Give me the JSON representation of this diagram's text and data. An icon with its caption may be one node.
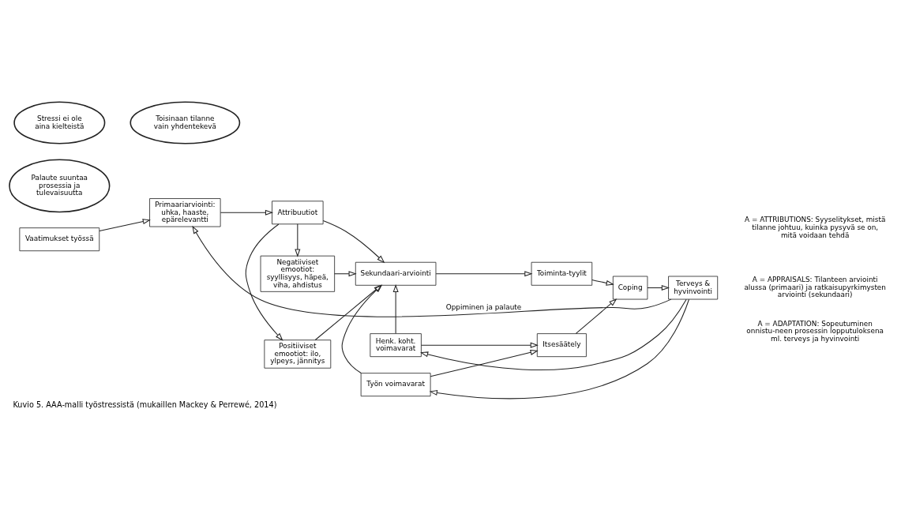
{
  "diagram": {
    "caption": "Kuvio 5. AAA-malli työstressistä (mukaillen Mackey & Perrewé, 2014)",
    "nodes": [
      {
        "text": [
          "Palaute suuntaa prosessia ja tulevaisuutta"
        ]
      },
      {
        "text": [
          "Vaatimukset työssä"
        ]
      },
      {
        "text": [
          "Primaariarviointi: uhka, haaste, epärelevantti"
        ]
      },
      {
        "text": [
          "Positiiviset emootiot: ilo, ylpeys, jännitys"
        ]
      },
      {
        "text": [
          "Attribuutiot"
        ]
      },
      {
        "text": [
          "Negatiiviset emootiot: syyllisyys, häpeä, viha, ahdistus"
        ]
      },
      {
        "text": [
          "Sekundaari-arviointi"
        ]
      },
      {
        "text": [
          "Henk. koht. voimavarat"
        ]
      },
      {
        "text": [
          "Työn voimavarat"
        ]
      },
      {
        "text": [
          "Itsesäätely"
        ]
      },
      {
        "text": [
          "Toiminta-tyylit"
        ]
      },
      {
        "text": [
          "Coping"
        ]
      },
      {
        "text": [
          "Terveys & hyvinvointi"
        ]
      },
      {
        "text": [
          "Stressi ei ole aina kielteistä"
        ]
      },
      {
        "text": [
          "Toisinaan tilanne vain yhdentekevä"
        ]
      }
    ],
    "edges": [
      {
        "from": 1,
        "to": 2,
        "arrow": "to"
      },
      {
        "from": 2,
        "to": 4,
        "arrow": "to"
      },
      {
        "from": 4,
        "to": 3,
        "arrow": "to"
      },
      {
        "from": 4,
        "to": 5,
        "arrow": "to"
      },
      {
        "from": 4,
        "to": 6,
        "arrow": "to"
      },
      {
        "from": 3,
        "to": 6,
        "arrow": "to"
      },
      {
        "from": 5,
        "to": 6,
        "arrow": "to"
      },
      {
        "from": 6,
        "to": 10,
        "arrow": "to"
      },
      {
        "from": 10,
        "to": 11,
        "arrow": "to"
      },
      {
        "from": 11,
        "to": 12,
        "arrow": "to"
      },
      {
        "from": 7,
        "to": 9,
        "arrow": "to"
      },
      {
        "from": 8,
        "to": 9,
        "arrow": "to"
      },
      {
        "from": 9,
        "to": 11,
        "arrow": "to"
      },
      {
        "from": 7,
        "to": 6,
        "arrow": "to"
      },
      {
        "from": 8,
        "to": 6,
        "arrow": "to"
      },
      {
        "from": 12,
        "to": 2,
        "arrow": "to",
        "label": "Oppiminen ja palaute"
      },
      {
        "from": 12,
        "to": 7,
        "arrow": "to"
      },
      {
        "from": 12,
        "to": 8,
        "arrow": "to"
      }
    ],
    "labels": [
      "A = APPRAISALS: Tilanteen arviointi alussa (primaari) ja ratkaisupyrkimysten arviointi (sekundaari)",
      "A = ATTRIBUTIONS: Syyselitykset, mistä tilanne johtuu, kuinka pysyvä se on, mitä voidaan tehdä",
      "A = ADAPTATION: Sopeutuminen onnistu-neen prosessin lopputuloksena ml. terveys ja hyvinvointi"
    ]
  }
}
